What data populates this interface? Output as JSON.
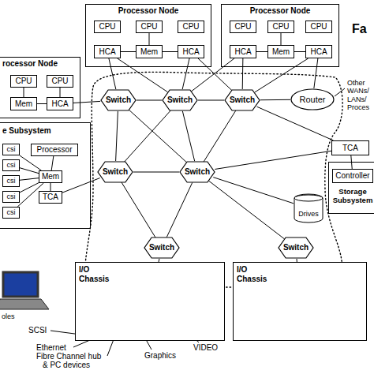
{
  "diagram": {
    "nodes": [
      {
        "text": [
          "Processor Node"
        ]
      },
      {
        "text": [
          "CPU"
        ],
        "in": 0
      },
      {
        "text": [
          "CPU"
        ],
        "in": 0
      },
      {
        "text": [
          "CPU"
        ],
        "in": 0
      },
      {
        "text": [
          "HCA"
        ],
        "in": 0
      },
      {
        "text": [
          "Mem"
        ],
        "in": 0
      },
      {
        "text": [
          "HCA"
        ],
        "in": 0
      },
      {
        "text": [
          "Processor Node"
        ]
      },
      {
        "text": [
          "CPU"
        ],
        "in": 7
      },
      {
        "text": [
          "CPU"
        ],
        "in": 7
      },
      {
        "text": [
          "CPU"
        ],
        "in": 7
      },
      {
        "text": [
          "HCA"
        ],
        "in": 7
      },
      {
        "text": [
          "Mem"
        ],
        "in": 7
      },
      {
        "text": [
          "HCA"
        ],
        "in": 7
      },
      {
        "text": [
          "rocessor Node"
        ]
      },
      {
        "text": [
          "CPU"
        ],
        "in": 14
      },
      {
        "text": [
          "CPU"
        ],
        "in": 14
      },
      {
        "text": [
          "Mem"
        ],
        "in": 14
      },
      {
        "text": [
          "HCA"
        ],
        "in": 14
      },
      {
        "text": [
          "e Subsystem"
        ]
      },
      {
        "text": [
          "csi"
        ],
        "in": 19
      },
      {
        "text": [
          "csi"
        ],
        "in": 19
      },
      {
        "text": [
          "csi"
        ],
        "in": 19
      },
      {
        "text": [
          "csi"
        ],
        "in": 19
      },
      {
        "text": [
          "csi"
        ],
        "in": 19
      },
      {
        "text": [
          "Processor"
        ],
        "in": 19
      },
      {
        "text": [
          "Mem"
        ],
        "in": 19
      },
      {
        "text": [
          "TCA"
        ],
        "in": 19
      },
      {
        "text": [
          "Switch"
        ]
      },
      {
        "text": [
          "Switch"
        ]
      },
      {
        "text": [
          "Switch"
        ]
      },
      {
        "text": [
          "Router"
        ]
      },
      {
        "text": [
          "TCA"
        ]
      },
      {
        "text": [
          "Switch"
        ]
      },
      {
        "text": [
          "Switch"
        ]
      },
      {
        "text": [
          "Storage Subsystem"
        ]
      },
      {
        "text": [
          "Controller"
        ],
        "in": 35
      },
      {
        "text": [
          "Drives"
        ]
      },
      {
        "text": [
          "Switch"
        ]
      },
      {
        "text": [
          "Switch"
        ]
      },
      {
        "text": [
          "I/O Chassis"
        ]
      },
      {
        "text": [
          "I/O Chassis"
        ]
      }
    ],
    "edges": [
      {
        "from": 2,
        "to": 5,
        "arrow": "none"
      },
      {
        "from": 4,
        "to": 5,
        "arrow": "none"
      },
      {
        "from": 5,
        "to": 6,
        "arrow": "none"
      },
      {
        "from": 9,
        "to": 12,
        "arrow": "none"
      },
      {
        "from": 11,
        "to": 12,
        "arrow": "none"
      },
      {
        "from": 12,
        "to": 13,
        "arrow": "none"
      },
      {
        "from": 15,
        "to": 17,
        "arrow": "none"
      },
      {
        "from": 16,
        "to": 18,
        "arrow": "none"
      },
      {
        "from": 17,
        "to": 18,
        "arrow": "none"
      },
      {
        "from": 20,
        "to": 26,
        "arrow": "none"
      },
      {
        "from": 21,
        "to": 26,
        "arrow": "none"
      },
      {
        "from": 22,
        "to": 26,
        "arrow": "none"
      },
      {
        "from": 23,
        "to": 26,
        "arrow": "none"
      },
      {
        "from": 24,
        "to": 26,
        "arrow": "none"
      },
      {
        "from": 25,
        "to": 26,
        "arrow": "none"
      },
      {
        "from": 26,
        "to": 27,
        "arrow": "none"
      },
      {
        "from": 4,
        "to": 28,
        "arrow": "none"
      },
      {
        "from": 4,
        "to": 29,
        "arrow": "none"
      },
      {
        "from": 6,
        "to": 29,
        "arrow": "none"
      },
      {
        "from": 6,
        "to": 30,
        "arrow": "none"
      },
      {
        "from": 11,
        "to": 29,
        "arrow": "none"
      },
      {
        "from": 11,
        "to": 30,
        "arrow": "none"
      },
      {
        "from": 13,
        "to": 30,
        "arrow": "none"
      },
      {
        "from": 13,
        "to": 31,
        "arrow": "none"
      },
      {
        "from": 18,
        "to": 28,
        "arrow": "none"
      },
      {
        "from": 27,
        "to": 33,
        "arrow": "none"
      },
      {
        "from": 28,
        "to": 29,
        "arrow": "none"
      },
      {
        "from": 29,
        "to": 30,
        "arrow": "none"
      },
      {
        "from": 30,
        "to": 31,
        "arrow": "none"
      },
      {
        "from": 28,
        "to": 33,
        "arrow": "none"
      },
      {
        "from": 29,
        "to": 34,
        "arrow": "none"
      },
      {
        "from": 33,
        "to": 34,
        "arrow": "none"
      },
      {
        "from": 30,
        "to": 34,
        "arrow": "none"
      },
      {
        "from": 28,
        "to": 34,
        "arrow": "none"
      },
      {
        "from": 29,
        "to": 33,
        "arrow": "none"
      },
      {
        "from": 30,
        "to": 32,
        "arrow": "none"
      },
      {
        "from": 34,
        "to": 32,
        "arrow": "none"
      },
      {
        "from": 32,
        "to": 36,
        "arrow": "none"
      },
      {
        "from": 34,
        "to": 37,
        "arrow": "none"
      },
      {
        "from": 33,
        "to": 38,
        "arrow": "none"
      },
      {
        "from": 34,
        "to": 38,
        "arrow": "none"
      },
      {
        "from": 34,
        "to": 39,
        "arrow": "none"
      },
      {
        "from": 38,
        "to": 40,
        "arrow": "none"
      },
      {
        "from": 39,
        "to": 41,
        "arrow": "none"
      }
    ],
    "labels": [
      "Fa",
      "Other WANs/ LANs/ Proces",
      "oles",
      "SCSI",
      "Ethernet",
      "Fibre Channel hub",
      "& PC devices",
      "Graphics",
      "VIDEO"
    ]
  }
}
